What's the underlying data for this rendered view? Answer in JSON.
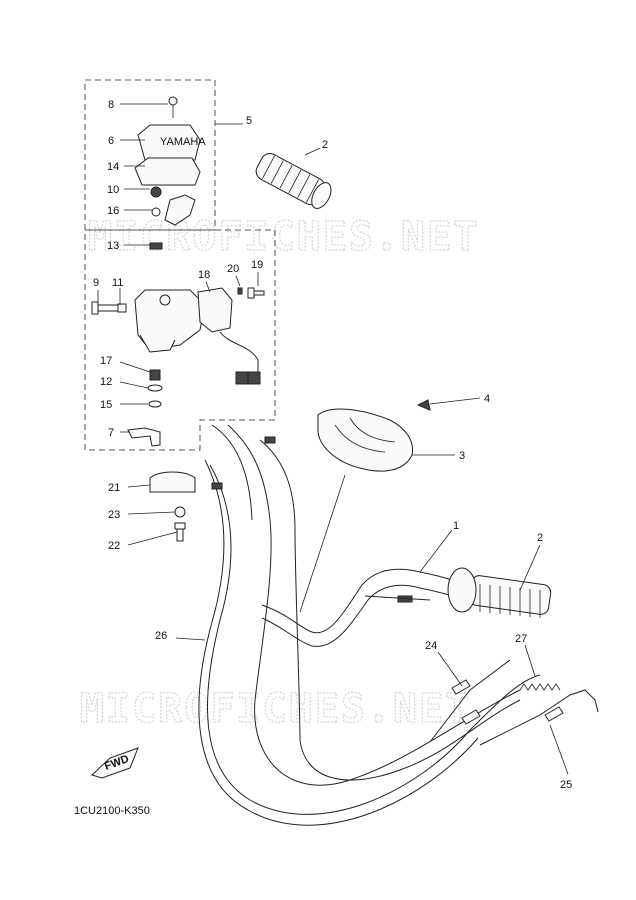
{
  "watermark": "MICROFICHES.NET",
  "diagram_code": "1CU2100-K350",
  "fwd_label": "FWD",
  "callouts": [
    {
      "id": "c8",
      "text": "8"
    },
    {
      "id": "c6",
      "text": "6"
    },
    {
      "id": "c14",
      "text": "14"
    },
    {
      "id": "c10",
      "text": "10"
    },
    {
      "id": "c16",
      "text": "16"
    },
    {
      "id": "c13",
      "text": "13"
    },
    {
      "id": "c5",
      "text": "5"
    },
    {
      "id": "c2a",
      "text": "2"
    },
    {
      "id": "c9",
      "text": "9"
    },
    {
      "id": "c11",
      "text": "11"
    },
    {
      "id": "c18",
      "text": "18"
    },
    {
      "id": "c20",
      "text": "20"
    },
    {
      "id": "c19",
      "text": "19"
    },
    {
      "id": "c17",
      "text": "17"
    },
    {
      "id": "c12",
      "text": "12"
    },
    {
      "id": "c15",
      "text": "15"
    },
    {
      "id": "c7",
      "text": "7"
    },
    {
      "id": "c4",
      "text": "4"
    },
    {
      "id": "c3",
      "text": "3"
    },
    {
      "id": "c21",
      "text": "21"
    },
    {
      "id": "c23",
      "text": "23"
    },
    {
      "id": "c22",
      "text": "22"
    },
    {
      "id": "c1",
      "text": "1"
    },
    {
      "id": "c2b",
      "text": "2"
    },
    {
      "id": "c26",
      "text": "26"
    },
    {
      "id": "c24",
      "text": "24"
    },
    {
      "id": "c27",
      "text": "27"
    },
    {
      "id": "c25",
      "text": "25"
    }
  ]
}
